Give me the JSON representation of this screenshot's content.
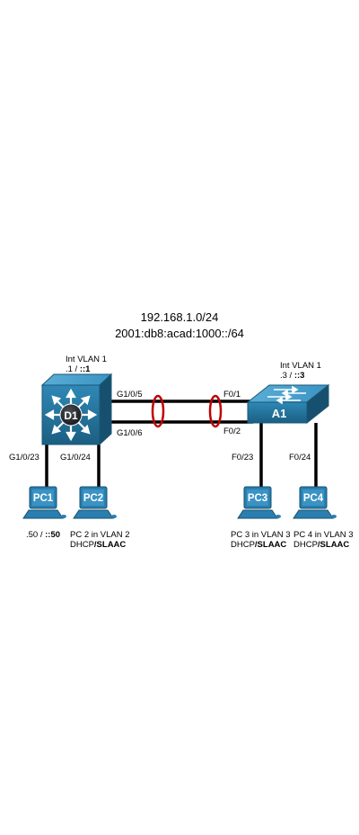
{
  "network": {
    "ipv4": "192.168.1.0/24",
    "ipv6": "2001:db8:acad:1000::/64"
  },
  "devices": {
    "d1": {
      "label": "D1",
      "vlan_label": "Int VLAN 1",
      "addr_prefix": ".1 / ",
      "addr_bold": "::1",
      "icon": "multilayer-switch-icon",
      "color": "#1f6f96"
    },
    "a1": {
      "label": "A1",
      "vlan_label": "Int VLAN 1",
      "addr_prefix": ".3 / ",
      "addr_bold": "::3",
      "icon": "workgroup-switch-icon",
      "color": "#1f6f96"
    }
  },
  "pcs": [
    {
      "label": "PC1",
      "line1_prefix": ".50 / ",
      "line1_bold": "::50",
      "line2_prefix": "",
      "line2_bold": ""
    },
    {
      "label": "PC2",
      "line1_prefix": "PC 2 in VLAN 2",
      "line1_bold": "",
      "line2_prefix": "DHCP",
      "line2_bold": "/SLAAC"
    },
    {
      "label": "PC3",
      "line1_prefix": "PC 3 in VLAN 3",
      "line1_bold": "",
      "line2_prefix": "DHCP",
      "line2_bold": "/SLAAC"
    },
    {
      "label": "PC4",
      "line1_prefix": "PC 4 in VLAN 3",
      "line1_bold": "",
      "line2_prefix": "DHCP",
      "line2_bold": "/SLAAC"
    }
  ],
  "ports": {
    "d1_trunk1": "G1/0/5",
    "d1_trunk2": "G1/0/6",
    "a1_trunk1": "F0/1",
    "a1_trunk2": "F0/2",
    "d1_pc1": "G1/0/23",
    "d1_pc2": "G1/0/24",
    "a1_pc3": "F0/23",
    "a1_pc4": "F0/24"
  },
  "colors": {
    "link": "#000000",
    "etherchannel": "#c00000",
    "pc_body": "#2a7fb0",
    "pc_label": "#ffffff"
  }
}
